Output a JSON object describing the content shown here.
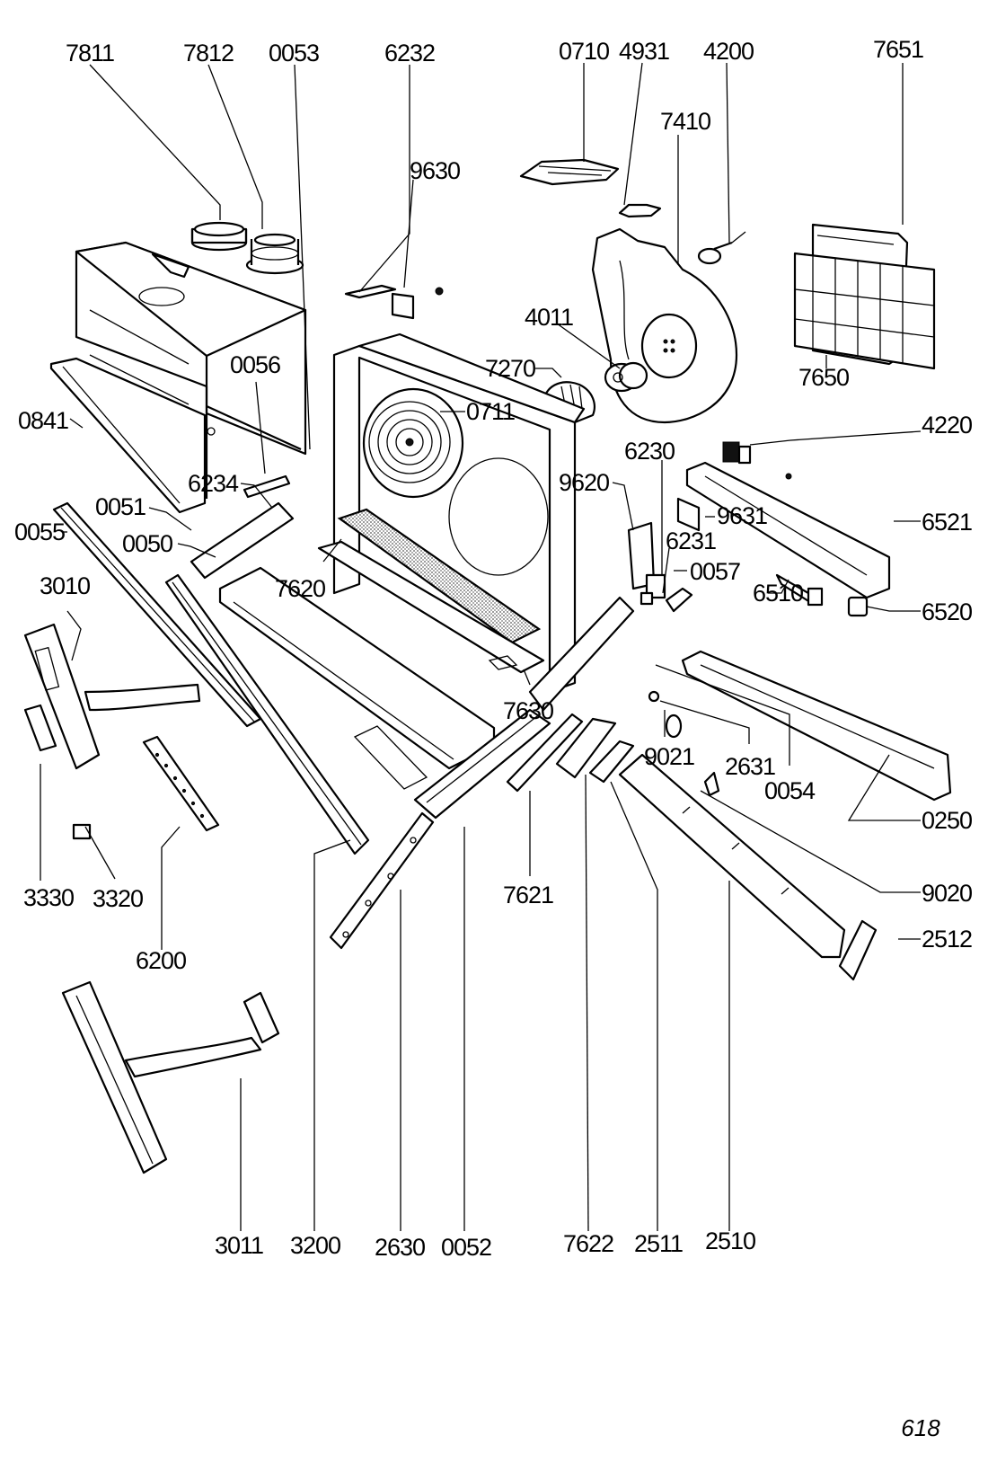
{
  "title": "Exploded parts diagram - cooker hood",
  "page_number": "618",
  "labels": {
    "p7811": "7811",
    "p7812": "7812",
    "p0053": "0053",
    "p6232": "6232",
    "p0710": "0710",
    "p4931": "4931",
    "p4200": "4200",
    "p7651": "7651",
    "p7410": "7410",
    "p9630": "9630",
    "p4011": "4011",
    "p7270": "7270",
    "p7650": "7650",
    "p0056": "0056",
    "p0711": "0711",
    "p0841": "0841",
    "p4220": "4220",
    "p6230": "6230",
    "p9620": "9620",
    "p6234": "6234",
    "p9631": "9631",
    "p0051": "0051",
    "p6521": "6521",
    "p0055": "0055",
    "p0050": "0050",
    "p6231": "6231",
    "p0057": "0057",
    "p6510": "6510",
    "p3010": "3010",
    "p7620": "7620",
    "p6520": "6520",
    "p7630": "7630",
    "p9021": "9021",
    "p2631": "2631",
    "p0054": "0054",
    "p0250": "0250",
    "p7621": "7621",
    "p9020": "9020",
    "p3330": "3330",
    "p3320": "3320",
    "p2512": "2512",
    "p6200": "6200",
    "p3011": "3011",
    "p3200": "3200",
    "p2630": "2630",
    "p0052": "0052",
    "p7622": "7622",
    "p2511": "2511",
    "p2510": "2510"
  }
}
